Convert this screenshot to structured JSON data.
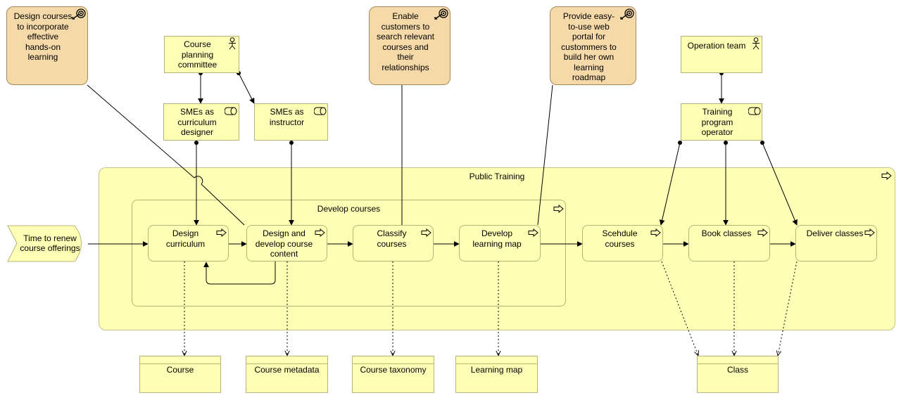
{
  "group": {
    "title": "Public Training"
  },
  "subgroup": {
    "title": "Develop courses"
  },
  "event": {
    "label": "Time to renew course offerings"
  },
  "goals": {
    "g1": "Design courses to incorporate effective hands-on learning",
    "g2": "Enable customers to search relevant courses and their relationships",
    "g3": "Provide easy-to-use web portal for custommers to build her own learning roadmap"
  },
  "actors": {
    "a1": "Course planning committee",
    "a2": "Operation team"
  },
  "roles": {
    "r1": "SMEs as curriculum designer",
    "r2": "SMEs as instructor",
    "r3": "Training program operator"
  },
  "processes": {
    "p1": "Design curriculum",
    "p2": "Design and develop course content",
    "p3": "Classify courses",
    "p4": "Develop learning map",
    "p5": "Scehdule courses",
    "p6": "Book classes",
    "p7": "Deliver classes"
  },
  "data_objects": {
    "d1": "Course",
    "d2": "Course metadata",
    "d3": "Course taxonomy",
    "d4": "Learning map",
    "d5": "Class"
  },
  "icons": {
    "goal": "goal-target-icon",
    "actor": "actor-stick-figure-icon",
    "role": "role-cylinder-icon",
    "process": "process-arrow-icon"
  },
  "colors": {
    "element_fill": "#ffffb5",
    "goal_fill": "#f5d9a8",
    "line": "#000000"
  }
}
